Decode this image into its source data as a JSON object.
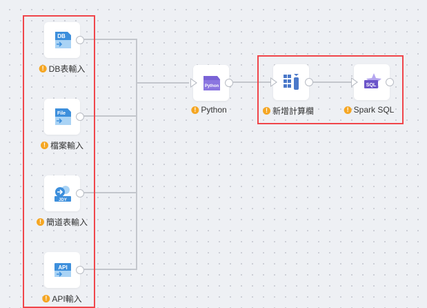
{
  "nodes": {
    "db": {
      "label": "DB表輸入",
      "icon_text": "DB"
    },
    "file": {
      "label": "檔案輸入",
      "icon_text": "File"
    },
    "jdy": {
      "label": "簡道表輸入",
      "icon_text": "JDY"
    },
    "api": {
      "label": "API輸入",
      "icon_text": "API"
    },
    "python": {
      "label": "Python",
      "icon_text": "Python"
    },
    "calc": {
      "label": "新增計算欄"
    },
    "spark": {
      "label": "Spark SQL",
      "icon_text": "SQL"
    }
  },
  "warning_symbol": "!",
  "colors": {
    "selection": "#f0454a",
    "warning": "#f5a623",
    "input_blue": "#3d8fdc",
    "purple": "#7a63d6"
  }
}
